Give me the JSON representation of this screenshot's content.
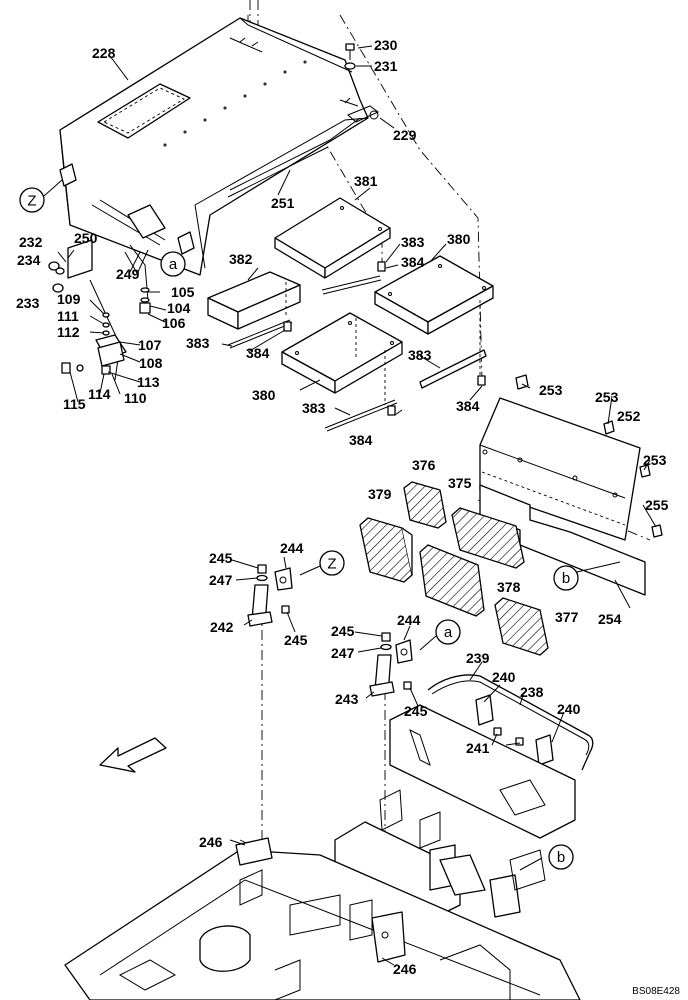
{
  "drawing_code": "BS08E428",
  "callouts": {
    "c228": "228",
    "c230": "230",
    "c231": "231",
    "c229": "229",
    "c251": "251",
    "c381": "381",
    "c383a": "383",
    "c384a": "384",
    "c380a": "380",
    "c382": "382",
    "c383b": "383",
    "c384b": "384",
    "c383c": "383",
    "c380b": "380",
    "c383d": "383",
    "c384c": "384",
    "c384d": "384",
    "c232": "232",
    "c250": "250",
    "c234": "234",
    "c249": "249",
    "c233": "233",
    "c109": "109",
    "c105": "105",
    "c111": "111",
    "c104": "104",
    "c112": "112",
    "c106": "106",
    "c107": "107",
    "c108": "108",
    "c113": "113",
    "c114": "114",
    "c110": "110",
    "c115": "115",
    "c253a": "253",
    "c253b": "253",
    "c252": "252",
    "c253c": "253",
    "c255": "255",
    "c254": "254",
    "c376": "376",
    "c379": "379",
    "c375": "375",
    "c378": "378",
    "c377": "377",
    "c245a": "245",
    "c244a": "244",
    "c247a": "247",
    "c242": "242",
    "c245b": "245",
    "c245c": "245",
    "c244b": "244",
    "c247b": "247",
    "c243": "243",
    "c245d": "245",
    "c239": "239",
    "c240a": "240",
    "c238": "238",
    "c240b": "240",
    "c241": "241",
    "c246a": "246",
    "c246b": "246"
  },
  "reference_markers": {
    "z1": "Z",
    "z2": "Z",
    "a1": "a",
    "a2": "a",
    "b1": "b",
    "b2": "b"
  }
}
